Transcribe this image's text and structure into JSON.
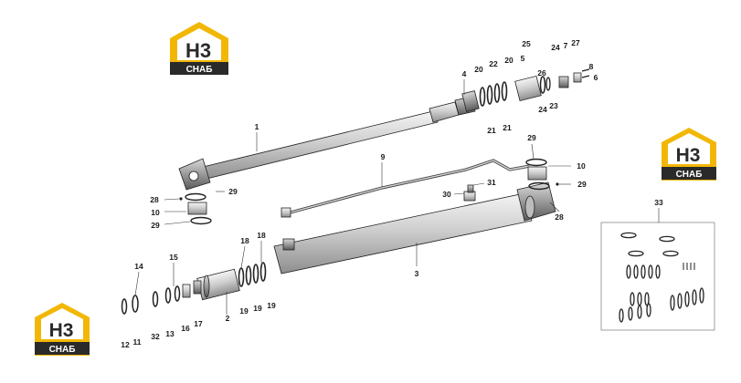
{
  "brand": {
    "logo_mark": "H3",
    "logo_word": "СНАБ",
    "colors": {
      "house": "#f2b705",
      "dark": "#2a2a2a",
      "text": "#ffffff"
    }
  },
  "callouts": [
    "1",
    "2",
    "3",
    "4",
    "5",
    "6",
    "7",
    "8",
    "9",
    "10",
    "11",
    "12",
    "13",
    "14",
    "15",
    "16",
    "17",
    "18",
    "19",
    "20",
    "21",
    "22",
    "23",
    "24",
    "25",
    "26",
    "27",
    "28",
    "29",
    "30",
    "31",
    "32",
    "33"
  ]
}
